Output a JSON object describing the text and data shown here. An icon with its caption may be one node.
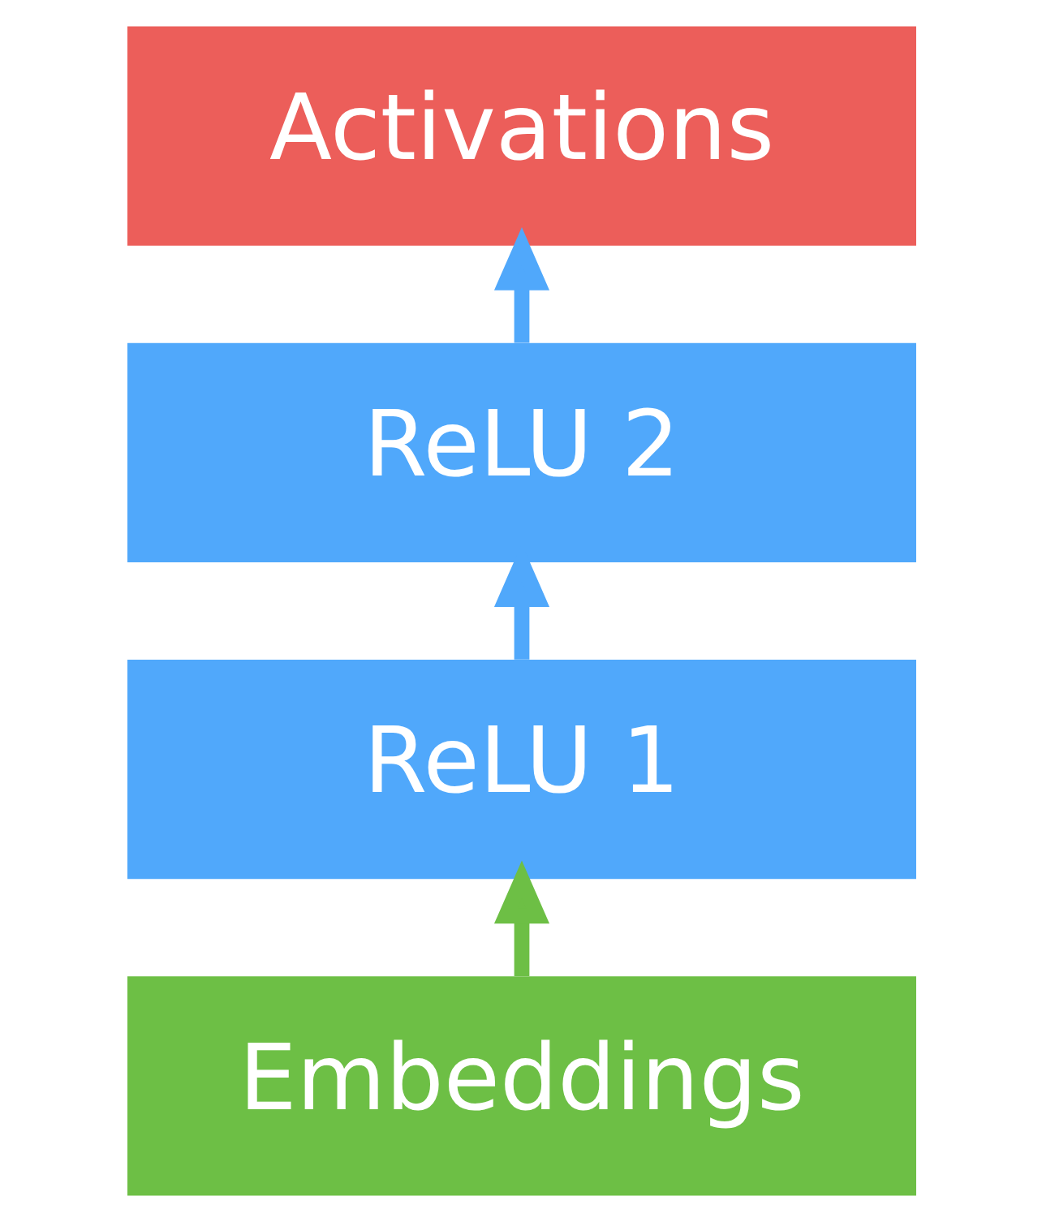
{
  "diagram": {
    "nodes": [
      {
        "text": [
          "Activations"
        ]
      },
      {
        "text": [
          "ReLU 2"
        ]
      },
      {
        "text": [
          "ReLU 1"
        ]
      },
      {
        "text": [
          "Embeddings"
        ]
      }
    ],
    "edges": [
      {
        "from": 3,
        "to": 2,
        "arrow": "to",
        "color": "#6dbf45"
      },
      {
        "from": 2,
        "to": 1,
        "arrow": "to"
      },
      {
        "from": 1,
        "to": 0,
        "arrow": "to"
      }
    ]
  }
}
